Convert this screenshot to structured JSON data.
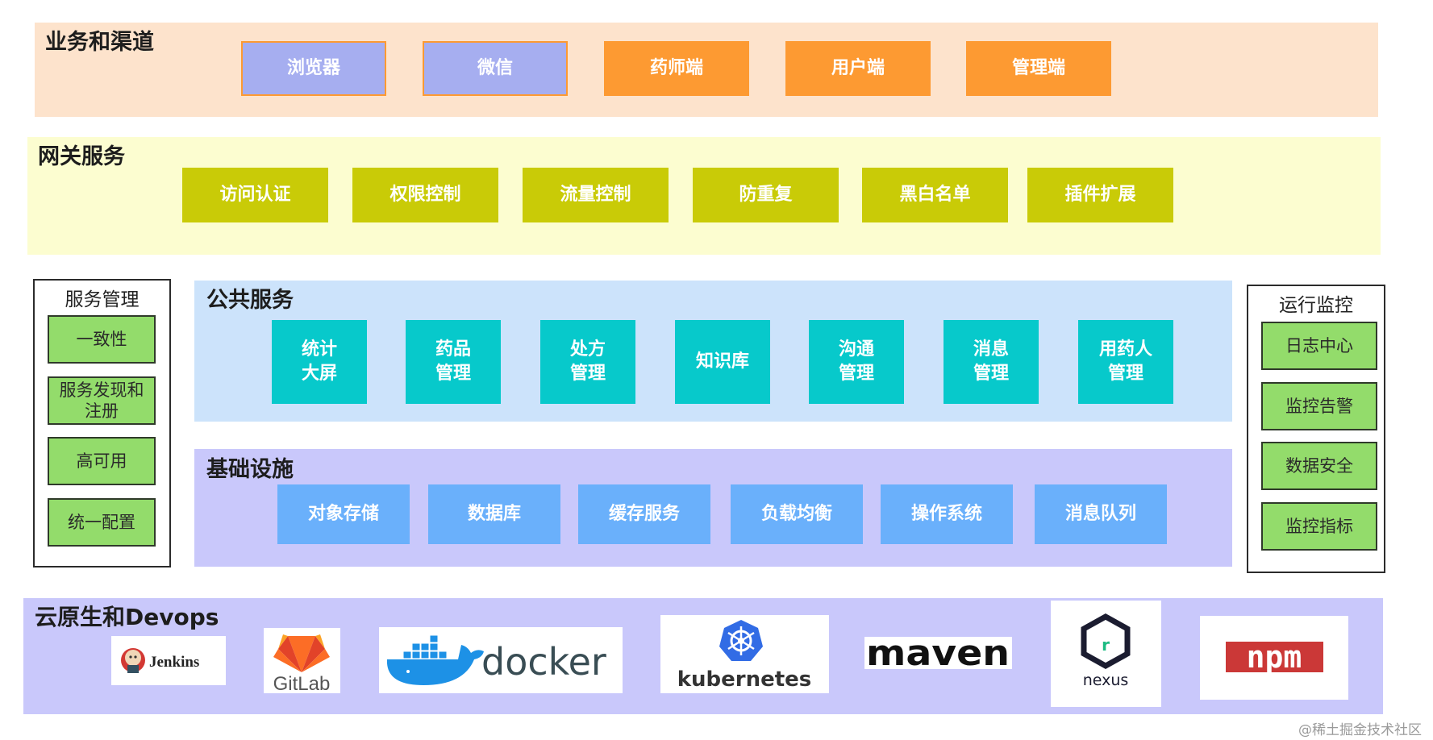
{
  "channels": {
    "title": "业务和渠道",
    "items": [
      "浏览器",
      "微信",
      "药师端",
      "用户端",
      "管理端"
    ]
  },
  "gateway": {
    "title": "网关服务",
    "items": [
      "访问认证",
      "权限控制",
      "流量控制",
      "防重复",
      "黑白名单",
      "插件扩展"
    ]
  },
  "service_mgmt": {
    "title": "服务管理",
    "items": [
      "一致性",
      "服务发现和\n注册",
      "高可用",
      "统一配置"
    ]
  },
  "public_services": {
    "title": "公共服务",
    "items": [
      "统计\n大屏",
      "药品\n管理",
      "处方\n管理",
      "知识库",
      "沟通\n管理",
      "消息\n管理",
      "用药人\n管理"
    ]
  },
  "infrastructure": {
    "title": "基础设施",
    "items": [
      "对象存储",
      "数据库",
      "缓存服务",
      "负载均衡",
      "操作系统",
      "消息队列"
    ]
  },
  "monitoring": {
    "title": "运行监控",
    "items": [
      "日志中心",
      "监控告警",
      "数据安全",
      "监控指标"
    ]
  },
  "devops": {
    "title": "云原生和Devops",
    "logos": {
      "jenkins": "Jenkins",
      "gitlab": "GitLab",
      "docker": "docker",
      "kubernetes": "kubernetes",
      "maven": "maven",
      "nexus": "nexus",
      "npm": "npm"
    }
  },
  "watermark": "@稀土掘金技术社区",
  "colors": {
    "channels_bg": "#fde3cc",
    "channel_browser": "#a6aef0",
    "channel_orange": "#fd9a32",
    "gateway_bg": "#fcfdd0",
    "gateway_box": "#c9cb07",
    "public_bg": "#cce3fb",
    "public_box": "#07c9cb",
    "infra_bg": "#c9c8fb",
    "infra_box": "#6ab0fb",
    "side_item": "#93dc6b",
    "devops_bg": "#c9c8fb"
  }
}
